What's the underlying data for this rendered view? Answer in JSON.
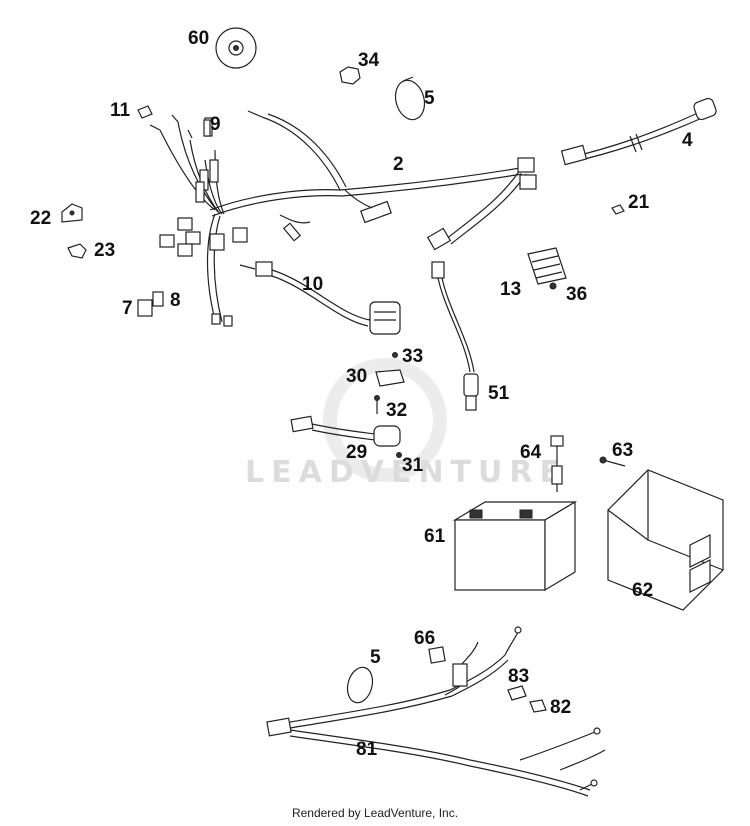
{
  "watermark": "LEADVENTURE",
  "footer": "Rendered by LeadVenture, Inc.",
  "callouts": {
    "c2": "2",
    "c4": "4",
    "c5a": "5",
    "c5b": "5",
    "c7": "7",
    "c8": "8",
    "c9": "9",
    "c10": "10",
    "c11": "11",
    "c13": "13",
    "c21": "21",
    "c22": "22",
    "c23": "23",
    "c29": "29",
    "c30": "30",
    "c31": "31",
    "c32": "32",
    "c33": "33",
    "c34": "34",
    "c36": "36",
    "c51": "51",
    "c60": "60",
    "c61": "61",
    "c62": "62",
    "c63": "63",
    "c64": "64",
    "c66": "66",
    "c81": "81",
    "c82": "82",
    "c83": "83"
  }
}
